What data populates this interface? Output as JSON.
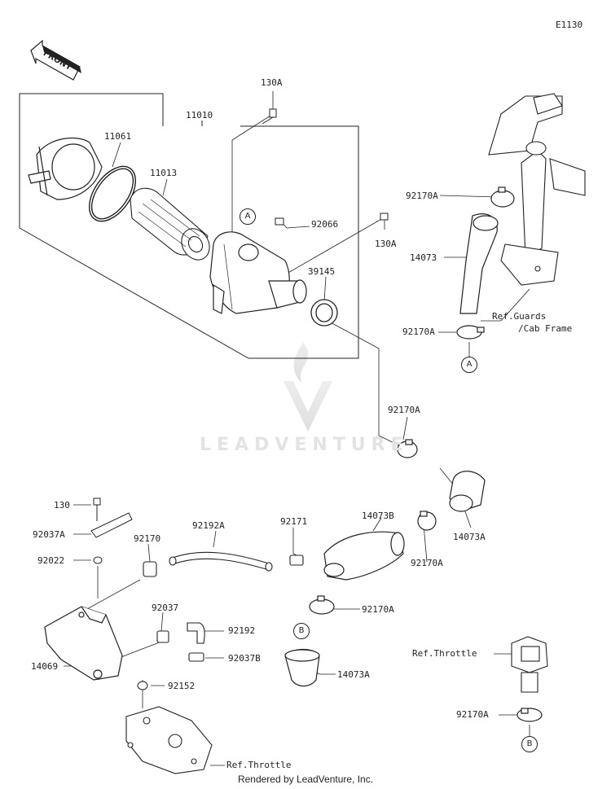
{
  "diagram_code": "E1130",
  "front_label": "FRONT",
  "watermark": "LEADVENTURE",
  "footer": "Rendered by LeadVenture, Inc.",
  "callouts": {
    "a": "A",
    "b": "B"
  },
  "parts": {
    "p130a_top": "130A",
    "p11010": "11010",
    "p11061": "11061",
    "p11013": "11013",
    "p92066": "92066",
    "p130a_right": "130A",
    "p39145": "39145",
    "p92170a_upper": "92170A",
    "p14073_upper": "14073",
    "p92170a_lower_right": "92170A",
    "ref_guards_1": "Ref.Guards",
    "ref_guards_2": "/Cab Frame",
    "p92170a_mid": "92170A",
    "p14073a_mid": "14073A",
    "p14073b": "14073B",
    "p92170a_b": "92170A",
    "p92171": "92171",
    "p92192a": "92192A",
    "p92170": "92170",
    "p130": "130",
    "p92037a": "92037A",
    "p92022": "92022",
    "p92037": "92037",
    "p92192": "92192",
    "p92037b": "92037B",
    "p92170a_c": "92170A",
    "p14073a_low": "14073A",
    "p14069": "14069",
    "p92152": "92152",
    "ref_throttle_low": "Ref.Throttle",
    "ref_throttle_right": "Ref.Throttle",
    "p92170a_right_low": "92170A"
  }
}
